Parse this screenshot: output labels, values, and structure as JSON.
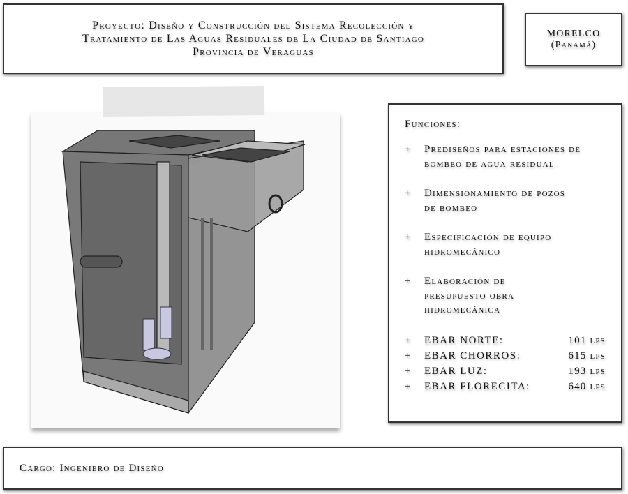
{
  "header": {
    "lines": [
      "Proyecto: Diseño y Construcción del Sistema Recolección y",
      "Tratamiento de Las Aguas Residuales de La Ciudad de Santiago",
      "Provincia de Veraguas"
    ]
  },
  "company": {
    "name": "MORELCO",
    "country": "(Panamá)"
  },
  "functions": {
    "title": "Funciones:",
    "bullet": "+",
    "items": [
      "Prediseños para estaciones de bombeo de agua residual",
      "Dimensionamiento de pozos de bombeo",
      "Especificación de equipo hidromecánico",
      "Elaboración de presupuesto obra hidromecánica"
    ],
    "stations": [
      {
        "name": "EBAR NORTE:",
        "value": "101 lps"
      },
      {
        "name": "EBAR CHORROS:",
        "value": "615 lps"
      },
      {
        "name": "EBAR LUZ:",
        "value": "193 lps"
      },
      {
        "name": "EBAR FLORECITA:",
        "value": "640 lps"
      }
    ]
  },
  "footer": {
    "role": "Cargo: Ingeniero de Diseño"
  }
}
